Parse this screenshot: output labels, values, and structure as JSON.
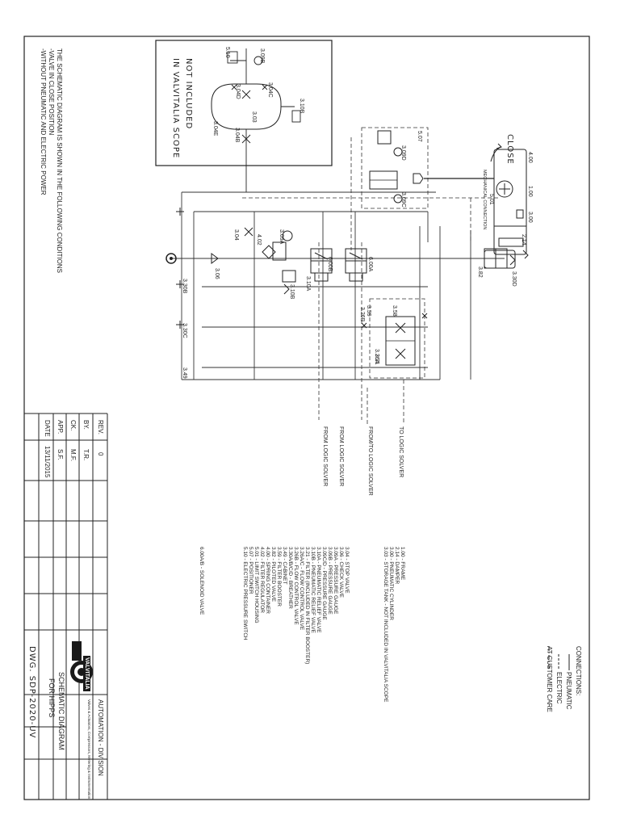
{
  "notes": {
    "line1": "THE SCHEMATIC DIAGRAM IS SHOWN IN THE FOLLOWING CONDITIONS",
    "line2": "-VALVE IN CLOSE POSITION",
    "line3": "-WITHOUT PNEUMATIC AND ELECTRIC POWER"
  },
  "not_included_box": {
    "line1": "NOT INCLUDED",
    "line2": "IN VALVITALIA SCOPE",
    "labels": [
      "5.10",
      "3.09B",
      "3.04C",
      "3.04D",
      "3.04E",
      "3.03",
      "3.04B",
      "3.10B"
    ]
  },
  "connections_legend": {
    "title": "CONNECTIONS:",
    "pneumatic": "PNEUMATIC",
    "electric": "ELECTRIC",
    "customer": "AT CUSTOMER CARE"
  },
  "actuator": {
    "close_label": "CLOSE",
    "mech_label": "MECHANICAL CONNECTION",
    "labels": [
      "4.00",
      "1.00",
      "3.00",
      "5.01",
      "2.14",
      "5.07",
      "3.09D",
      "3.09C",
      "3.30D",
      "3.82"
    ]
  },
  "circuit_labels": [
    "3.10A",
    "3.10B",
    "3.09A",
    "4.02",
    "3.04",
    "3.06",
    "3.58",
    "3.59",
    "6.00B",
    "6.00A",
    "3.26B",
    "3.26A",
    "3.21",
    "3.30B",
    "3.30C",
    "3.49"
  ],
  "signal_lines": {
    "to_logic": "TO LOGIC SOLVER",
    "from_to_logic": "FROM/TO LOGIC SOLVER",
    "from_logic_1": "FROM LOGIC SOLVER",
    "from_logic_2": "FROM LOGIC SOLVER"
  },
  "component_list": [
    "1.00 - FRAME",
    "2.14 - DAMPER",
    "3.00 - PNEUMATIC CYLINDER",
    "3.03 - STORAGE TANK - NOT INCLUDED IN VALVITALIA SCOPE",
    "3.04 - STOP VALVE",
    "3.06 - CHECK VALVE",
    "3.09A - PRESSURE GAUGE",
    "3.09B - PRESSURE GAUGE",
    "3.09C/D - PRESSURE GAUGE",
    "3.10A - PNEUMATIC RELIEF VALVE",
    "3.10B - PNEUMATIC RELIEF VALVE",
    "3.21 - FILTER (INCLUDED IN FILTER BOOSTER)",
    "3.26A/C - FLOW CONTROL VALVE",
    "3.26B - FLOW CONTROL VALVE",
    "3.30A/B/C/D - BREATHER",
    "3.49 - CABINET",
    "3.59 - FILTER BOOSTER",
    "3.82 - PILOTED VALVE",
    "4.00 - SPRING CONTAINER",
    "4.02 - FILTER REGULATOR",
    "5.01 - LIMIT SWITCH HOUSING",
    "5.07 - POSITIONER",
    "5.10 - ELECTRIC PRESSURE SWITCH",
    "6.00A/B - SOLENOID VALVE"
  ],
  "revision_table": {
    "rev_label": "REV.",
    "rev_value": "0",
    "by_label": "BY.",
    "by_value": "T.R.",
    "ck_label": "CK.",
    "ck_value": "M.F.",
    "app_label": "APP.",
    "app_value": "S.F.",
    "date_label": "DATE",
    "date_value": "13/11/2015"
  },
  "title_block": {
    "brand": "VALVITALIA",
    "division_line1": "AUTOMATION - DIVISION",
    "division_line2": "Valves & Actuators, Compressors, Metering & Instrumentation",
    "title_line1": "SCHEMATIC DIAGRAM",
    "title_line2": "FOR HIPPS",
    "dwg": "DWG. SDP-2020-UV"
  }
}
